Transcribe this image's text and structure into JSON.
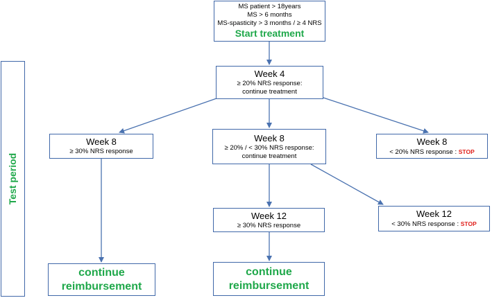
{
  "colors": {
    "border": "#3f67a8",
    "green": "#1fa84a",
    "stop": "#e0201b"
  },
  "side_label": "Test period",
  "start": {
    "criteria": [
      "MS patient > 18years",
      "MS > 6 months",
      "MS-spasticity > 3 months / ≥ 4 NRS"
    ],
    "action": "Start treatment"
  },
  "week4": {
    "title": "Week 4",
    "line1": "≥  20% NRS response:",
    "line2": "continue treatment"
  },
  "week8_left": {
    "title": "Week 8",
    "text": "≥ 30% NRS response"
  },
  "week8_mid": {
    "title": "Week 8",
    "line1": "≥  20% / < 30% NRS response:",
    "line2": "continue treatment"
  },
  "week8_right": {
    "title": "Week 8",
    "text": "< 20% NRS response : ",
    "stop": "STOP"
  },
  "week12_mid": {
    "title": "Week 12",
    "text": "≥ 30% NRS response"
  },
  "week12_right": {
    "title": "Week 12",
    "text": "< 30% NRS response : ",
    "stop": "STOP"
  },
  "outcome_left": {
    "line1": "continue",
    "line2": "reimbursement"
  },
  "outcome_mid": {
    "line1": "continue",
    "line2": "reimbursement"
  }
}
